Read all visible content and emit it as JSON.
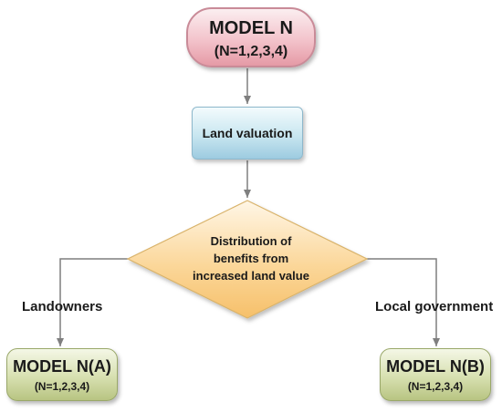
{
  "nodes": {
    "model_n": {
      "title": "MODEL N",
      "subtitle": "(N=1,2,3,4)"
    },
    "land_valuation": {
      "label": "Land valuation"
    },
    "distribution": {
      "line1": "Distribution of",
      "line2": "benefits from",
      "line3": "increased land value"
    },
    "model_a": {
      "title": "MODEL N(A)",
      "subtitle": "(N=1,2,3,4)"
    },
    "model_b": {
      "title": "MODEL N(B)",
      "subtitle": "(N=1,2,3,4)"
    }
  },
  "branches": {
    "left_label": "Landowners",
    "right_label": "Local government"
  },
  "colors": {
    "model_n_fill": "#f3c3cb",
    "land_fill": "#c8e6f0",
    "decision_fill": "#fbd79a",
    "model_ab_fill": "#d7e0b0",
    "connector": "#7f7f7f"
  }
}
